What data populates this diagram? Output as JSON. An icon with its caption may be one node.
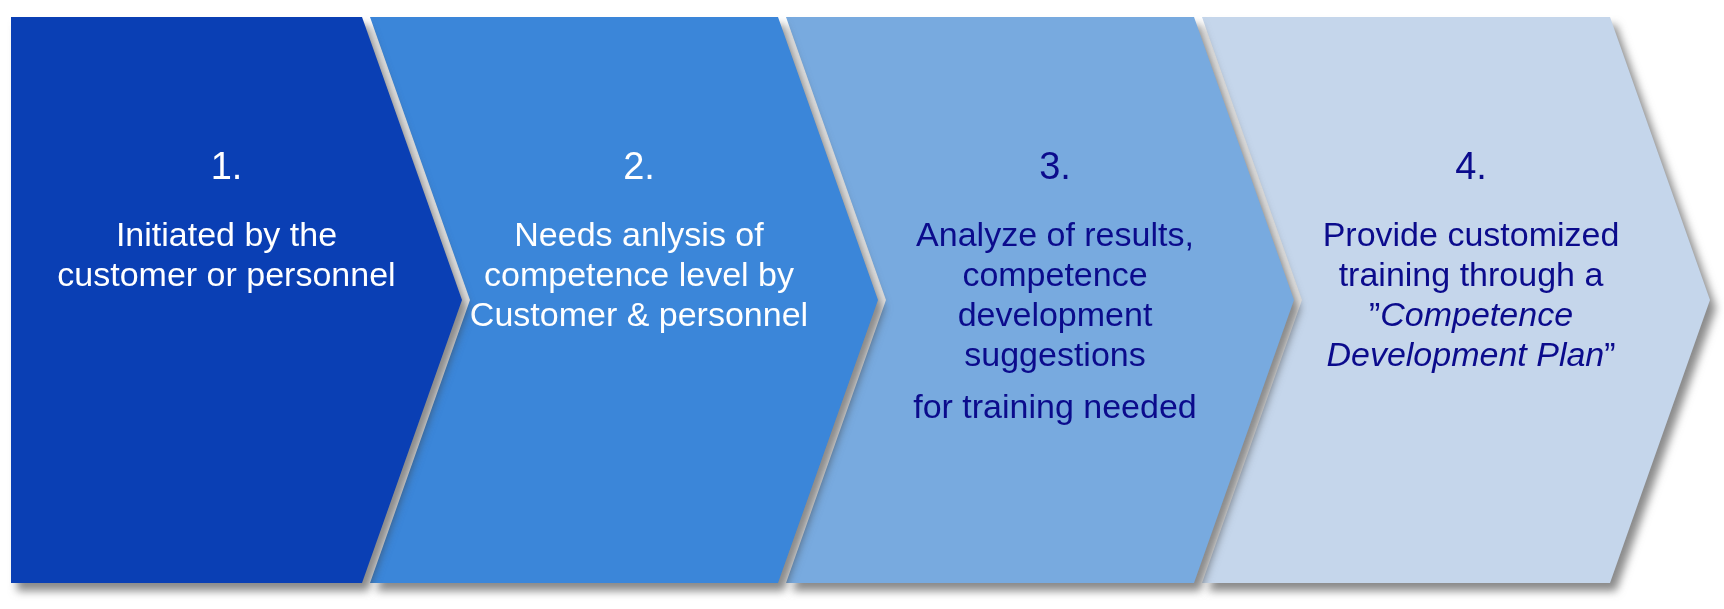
{
  "diagram": {
    "nodes": [
      {
        "text": [
          "1.",
          "Initiated by the customer or personnel"
        ]
      },
      {
        "text": [
          "2.",
          "Needs anlysis of competence level by Customer & personnel"
        ]
      },
      {
        "text": [
          "3.",
          "Analyze of results, competence development suggestions",
          "for training needed"
        ]
      },
      {
        "text": [
          "4.",
          "Provide customized training through a ”*Competence Development Plan*”"
        ]
      }
    ]
  }
}
